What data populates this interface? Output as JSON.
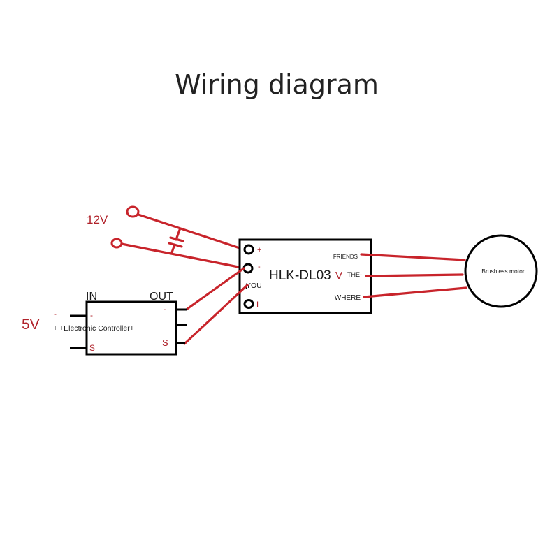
{
  "title": "Wiring diagram",
  "colors": {
    "wire": "#c8242b",
    "label_red": "#b0222a",
    "outline": "#000000",
    "title": "#222222"
  },
  "power_12v": {
    "label": "12V",
    "component": "capacitor"
  },
  "controller": {
    "in_label": "IN",
    "out_label": "OUT",
    "name": "+ +Electronic Controller+",
    "in_pins": [
      "-",
      "S"
    ],
    "out_pins": [
      "-",
      "",
      "S"
    ],
    "supply_label": "5V",
    "supply_minus": "-"
  },
  "module": {
    "name": "HLK-DL03",
    "v_label": "V",
    "left_pins": [
      "+",
      "-",
      "YOU",
      "L"
    ],
    "right_pins": [
      "FRIENDS",
      "THE-",
      "WHERE"
    ]
  },
  "motor": {
    "label": "Brushless motor"
  }
}
